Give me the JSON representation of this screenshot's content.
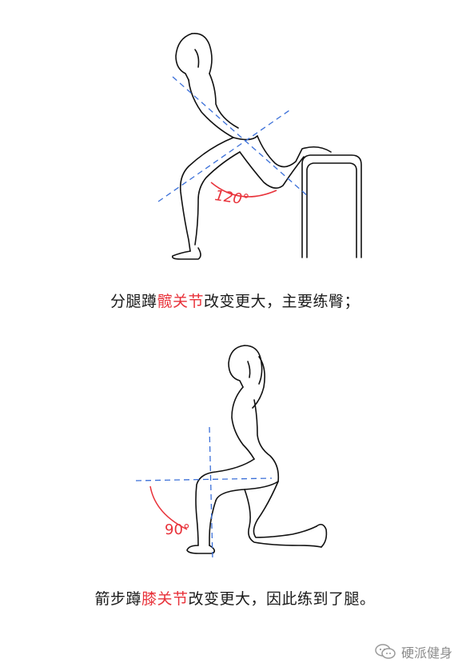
{
  "figure1": {
    "angle_label": "120°",
    "caption": {
      "prefix": "分腿蹲",
      "highlight": "髋关节",
      "suffix": "改变更大，主要练臀；"
    }
  },
  "figure2": {
    "angle_label": "90°",
    "caption": {
      "prefix": "箭步蹲",
      "highlight": "膝关节",
      "suffix": "改变更大，因此练到了腿。"
    }
  },
  "watermark": {
    "text": "硬派健身",
    "icon": "wechat-chat-icon"
  },
  "colors": {
    "line": "#111111",
    "guide": "#3a6fd8",
    "accent": "#e8323a"
  }
}
